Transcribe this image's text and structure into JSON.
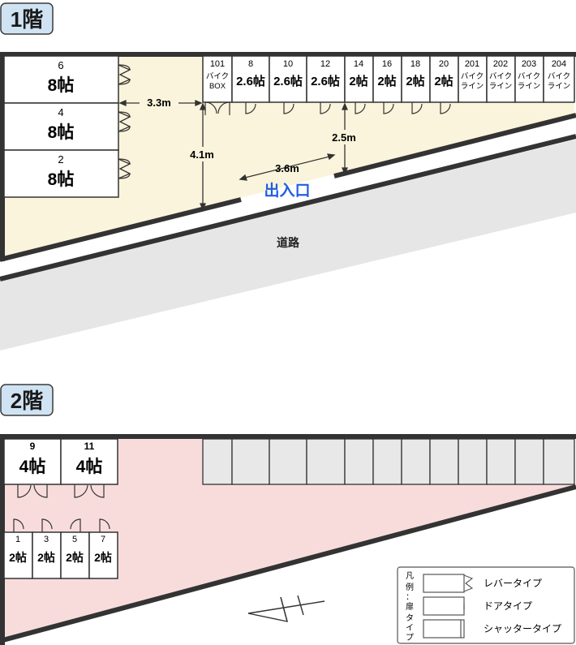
{
  "floor1": {
    "title": "1階",
    "big_rooms": [
      {
        "num": "6",
        "size": "8帖"
      },
      {
        "num": "4",
        "size": "8帖"
      },
      {
        "num": "2",
        "size": "8帖"
      }
    ],
    "units": [
      {
        "num": "101",
        "line1": "バイク",
        "line2": "BOX"
      },
      {
        "num": "8",
        "size": "2.6帖"
      },
      {
        "num": "10",
        "size": "2.6帖"
      },
      {
        "num": "12",
        "size": "2.6帖"
      },
      {
        "num": "14",
        "size": "2帖"
      },
      {
        "num": "16",
        "size": "2帖"
      },
      {
        "num": "18",
        "size": "2帖"
      },
      {
        "num": "20",
        "size": "2帖"
      },
      {
        "num": "201",
        "line1": "バイク",
        "line2": "ライン"
      },
      {
        "num": "202",
        "line1": "バイク",
        "line2": "ライン"
      },
      {
        "num": "203",
        "line1": "バイク",
        "line2": "ライン"
      },
      {
        "num": "204",
        "line1": "バイク",
        "line2": "ライン"
      }
    ],
    "dims": {
      "d1": "3.3m",
      "d2": "4.1m",
      "d3": "2.5m",
      "d4": "3.6m"
    },
    "entrance": "出入口",
    "road": "道路"
  },
  "floor2": {
    "title": "2階",
    "big_rooms": [
      {
        "num": "9",
        "size": "4帖"
      },
      {
        "num": "11",
        "size": "4帖"
      }
    ],
    "small_rooms": [
      {
        "num": "1",
        "size": "2帖"
      },
      {
        "num": "3",
        "size": "2帖"
      },
      {
        "num": "5",
        "size": "2帖"
      },
      {
        "num": "7",
        "size": "2帖"
      }
    ]
  },
  "legend": {
    "heading": "凡例：扉タイプ",
    "items": [
      "レバータイプ",
      "ドアタイプ",
      "シャッタータイプ"
    ]
  },
  "colors": {
    "floor1_fill": "#fbf4dc",
    "floor2_fill": "#f8dcdc",
    "road_fill": "#e6e6e6",
    "badge_fill": "#cfe3f3",
    "entrance_text": "#1f5fe0",
    "shed_fill": "#e8e8e8"
  }
}
